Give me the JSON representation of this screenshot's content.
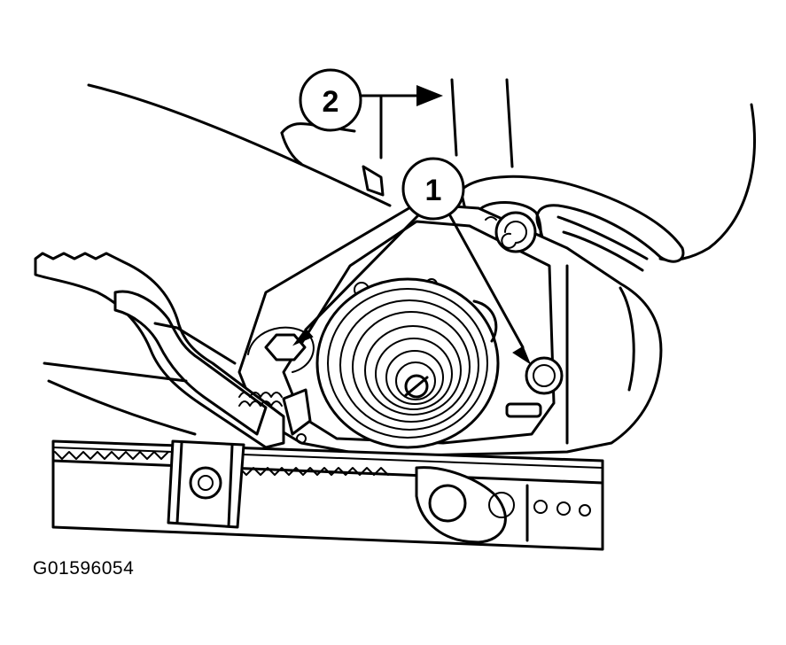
{
  "figure_id": "G01596054",
  "callouts": [
    {
      "label": "1",
      "icon": "circle-callout"
    },
    {
      "label": "2",
      "icon": "circle-callout"
    }
  ],
  "parts": {
    "nuts": [
      "hex-nut-icon",
      "hex-nut-icon"
    ],
    "recliner_spring": "coil-spring-icon",
    "seat_track": "toothed-rack-icon"
  }
}
